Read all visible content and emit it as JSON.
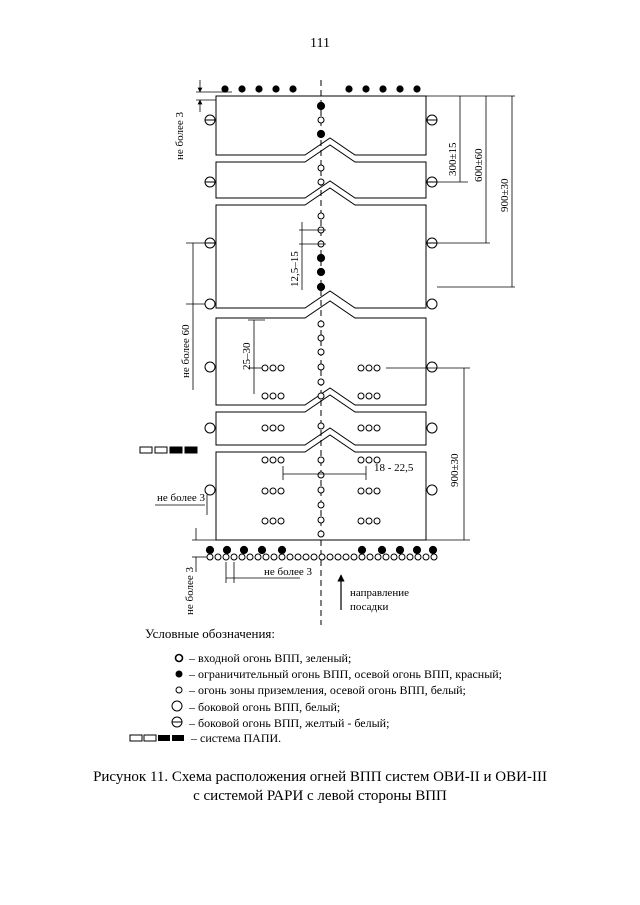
{
  "page_number": "111",
  "labels": {
    "ne_bolee_3": "не более 3",
    "ne_bolee_60": "не более 60",
    "dim_300": "300±15",
    "dim_600": "600±60",
    "dim_900_top": "900±30",
    "dim_12_5_15": "12,5–15",
    "dim_25_30": "25–30",
    "dim_18_22_5": "18 - 22,5",
    "dim_900_bottom": "900±30",
    "direction": "направление",
    "landing": "посадки"
  },
  "legend": {
    "title": "Условные обозначения:",
    "items": [
      {
        "symbol": "threshold-light-icon",
        "text": "– входной огонь ВПП, зеленый;"
      },
      {
        "symbol": "end-light-icon",
        "text": "– ограничительный огонь ВПП, осевой огонь ВПП, красный;"
      },
      {
        "symbol": "touchdown-light-icon",
        "text": "– огонь зоны приземления, осевой огонь ВПП, белый;"
      },
      {
        "symbol": "side-light-icon",
        "text": "– боковой огонь ВПП, белый;"
      },
      {
        "symbol": "side-yellow-light-icon",
        "text": "– боковой огонь ВПП, желтый - белый;"
      },
      {
        "symbol": "papi-icon",
        "text": "– система ПАПИ."
      }
    ]
  },
  "caption": {
    "line1": "Рисунок 11. Схема расположения огней ВПП систем ОВИ-II и ОВИ-III",
    "line2": "с системой РАРИ с левой стороны ВПП"
  }
}
